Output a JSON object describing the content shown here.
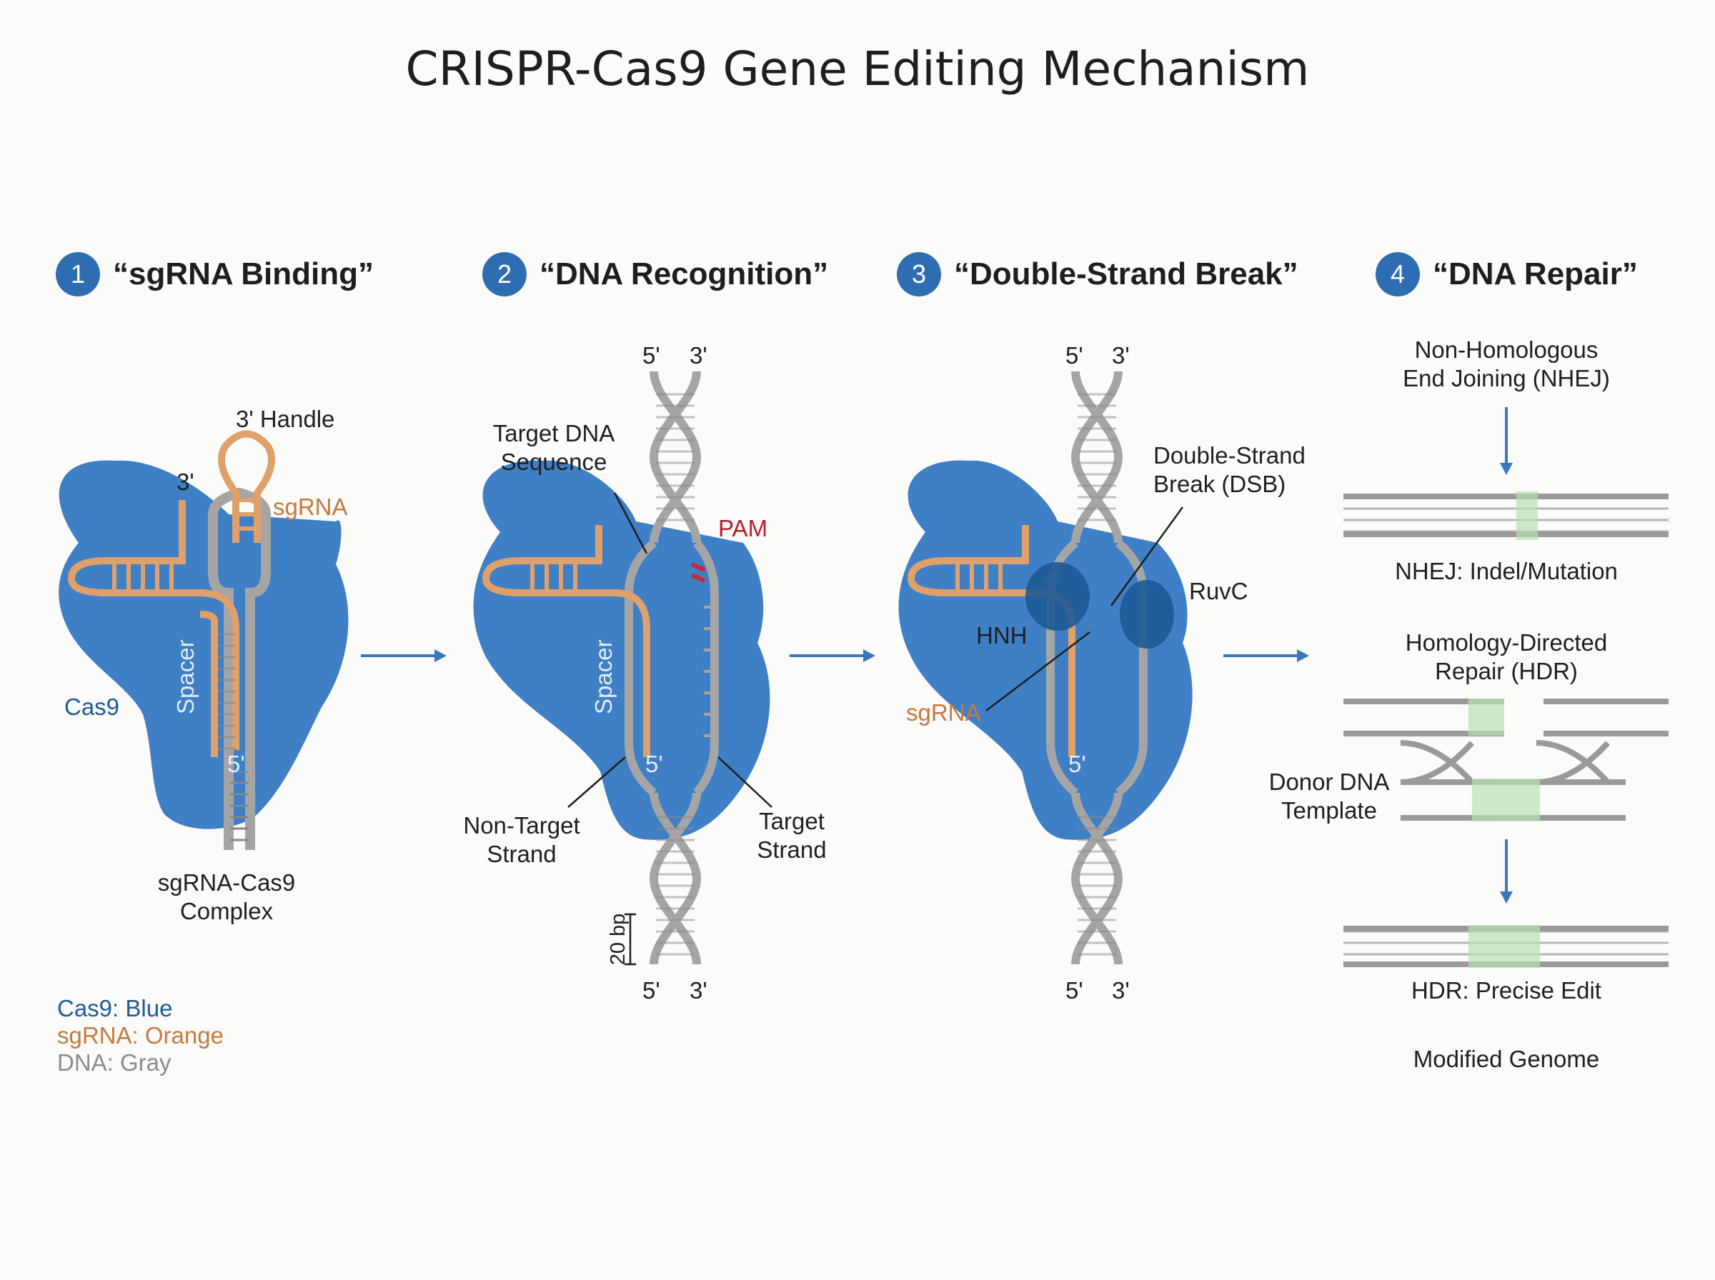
{
  "title": "CRISPR-Cas9 Gene Editing Mechanism",
  "steps": [
    {
      "num": "1",
      "label": "“sgRNA Binding”"
    },
    {
      "num": "2",
      "label": "“DNA Recognition”"
    },
    {
      "num": "3",
      "label": "“Double-Strand Break”"
    },
    {
      "num": "4",
      "label": "“DNA Repair”"
    }
  ],
  "panel1": {
    "handle": "3' Handle",
    "three_prime": "3'",
    "sgrna": "sgRNA",
    "cas9": "Cas9",
    "spacer": "Spacer",
    "five_prime": "5'",
    "complex_line1": "sgRNA-Cas9",
    "complex_line2": "Complex"
  },
  "panel2": {
    "top_5": "5'",
    "top_3": "3'",
    "target_line1": "Target DNA",
    "target_line2": "Sequence",
    "pam": "PAM",
    "spacer": "Spacer",
    "five_prime": "5'",
    "nontarget_line1": "Non-Target",
    "nontarget_line2": "Strand",
    "targetstrand_line1": "Target",
    "targetstrand_line2": "Strand",
    "bp": "20 bp",
    "bot_5": "5'",
    "bot_3": "3'"
  },
  "panel3": {
    "top_5": "5'",
    "top_3": "3'",
    "dsb_line1": "Double-Strand",
    "dsb_line2": "Break (DSB)",
    "ruvc": "RuvC",
    "hnh": "HNH",
    "sgrna": "sgRNA",
    "five_prime": "5'",
    "bot_5": "5'",
    "bot_3": "3'"
  },
  "panel4": {
    "nhej_line1": "Non-Homologous",
    "nhej_line2": "End Joining (NHEJ)",
    "nhej_result": "NHEJ: Indel/Mutation",
    "hdr_line1": "Homology-Directed",
    "hdr_line2": "Repair (HDR)",
    "donor_line1": "Donor DNA",
    "donor_line2": "Template",
    "hdr_result": "HDR: Precise Edit",
    "modified": "Modified Genome"
  },
  "legend": {
    "cas9": "Cas9: Blue",
    "sgrna": "sgRNA: Orange",
    "dna": "DNA: Gray"
  },
  "colors": {
    "cas9": "#3f7fc6",
    "cas9_dark": "#1f5a96",
    "sgrna": "#e0a06a",
    "dna": "#9a9a9a",
    "pam": "#c8283a",
    "arrow": "#3a78bd",
    "hdr_green": "#b9dfb2",
    "step_badge": "#2f6db3"
  }
}
